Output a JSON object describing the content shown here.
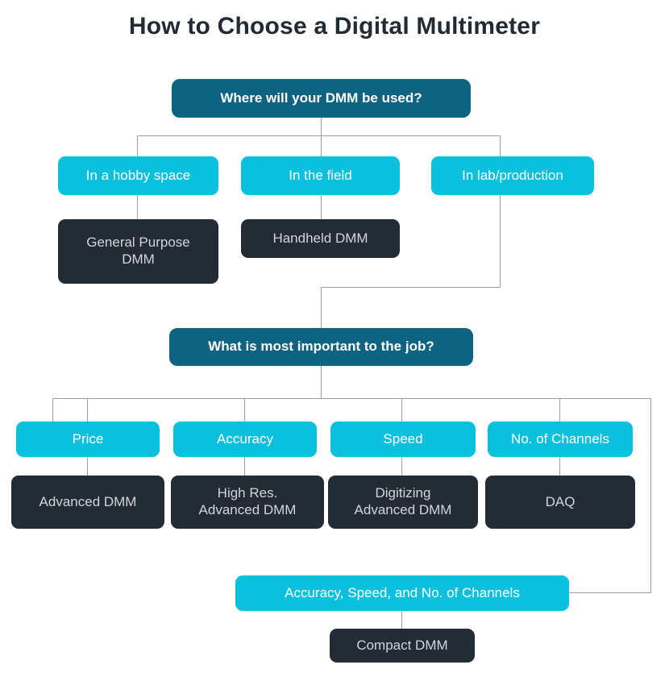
{
  "title": "How to Choose a Digital Multimeter",
  "colors": {
    "background": "#ffffff",
    "title_text": "#222b33",
    "decision_box": "#0d6380",
    "decision_text": "#ffffff",
    "option_box": "#0bc0dc",
    "option_text": "#ffffff",
    "result_box": "#232b35",
    "result_text": "#d2d6da",
    "connector_line": "#9aa0a6"
  },
  "chart_data": {
    "type": "diagram",
    "title": "How to Choose a Digital Multimeter",
    "nodes": [
      {
        "id": "q1",
        "label": "Where will your DMM be used?",
        "kind": "decision"
      },
      {
        "id": "hobby",
        "label": "In a hobby space",
        "kind": "option"
      },
      {
        "id": "field",
        "label": "In the field",
        "kind": "option"
      },
      {
        "id": "lab",
        "label": "In lab/production",
        "kind": "option"
      },
      {
        "id": "general",
        "label": "General Purpose\nDMM",
        "kind": "result"
      },
      {
        "id": "handheld",
        "label": "Handheld DMM",
        "kind": "result"
      },
      {
        "id": "q2",
        "label": "What is most important to the job?",
        "kind": "decision"
      },
      {
        "id": "price",
        "label": "Price",
        "kind": "option"
      },
      {
        "id": "accuracy",
        "label": "Accuracy",
        "kind": "option"
      },
      {
        "id": "speed",
        "label": "Speed",
        "kind": "option"
      },
      {
        "id": "channels",
        "label": "No. of Channels",
        "kind": "option"
      },
      {
        "id": "advanced",
        "label": "Advanced DMM",
        "kind": "result"
      },
      {
        "id": "highres",
        "label": "High Res.\nAdvanced DMM",
        "kind": "result"
      },
      {
        "id": "digitizing",
        "label": "Digitizing\nAdvanced DMM",
        "kind": "result"
      },
      {
        "id": "daq",
        "label": "DAQ",
        "kind": "result"
      },
      {
        "id": "combo",
        "label": "Accuracy, Speed, and No. of Channels",
        "kind": "option"
      },
      {
        "id": "compact",
        "label": "Compact DMM",
        "kind": "result"
      }
    ],
    "edges": [
      {
        "from": "q1",
        "to": "hobby"
      },
      {
        "from": "q1",
        "to": "field"
      },
      {
        "from": "q1",
        "to": "lab"
      },
      {
        "from": "hobby",
        "to": "general"
      },
      {
        "from": "field",
        "to": "handheld"
      },
      {
        "from": "lab",
        "to": "q2"
      },
      {
        "from": "q2",
        "to": "price"
      },
      {
        "from": "q2",
        "to": "accuracy"
      },
      {
        "from": "q2",
        "to": "speed"
      },
      {
        "from": "q2",
        "to": "channels"
      },
      {
        "from": "q2",
        "to": "combo"
      },
      {
        "from": "price",
        "to": "advanced"
      },
      {
        "from": "accuracy",
        "to": "highres"
      },
      {
        "from": "speed",
        "to": "digitizing"
      },
      {
        "from": "channels",
        "to": "daq"
      },
      {
        "from": "combo",
        "to": "compact"
      }
    ]
  },
  "flow": {
    "q1": "Where will your DMM be used?",
    "hobby": "In a hobby space",
    "field": "In the field",
    "lab": "In lab/production",
    "general": "General Purpose\nDMM",
    "handheld": "Handheld DMM",
    "q2": "What is most important to the job?",
    "price": "Price",
    "accuracy": "Accuracy",
    "speed": "Speed",
    "channels": "No. of Channels",
    "advanced": "Advanced DMM",
    "highres": "High Res.\nAdvanced DMM",
    "digitizing": "Digitizing\nAdvanced DMM",
    "daq": "DAQ",
    "combo": "Accuracy, Speed, and No. of Channels",
    "compact": "Compact DMM"
  }
}
